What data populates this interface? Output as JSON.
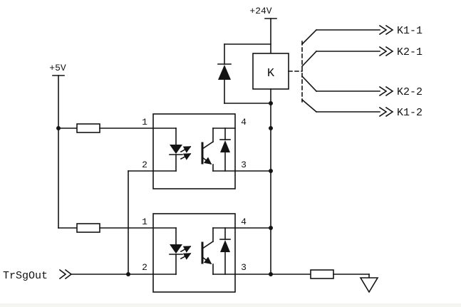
{
  "colors": {
    "background": "#ffffff",
    "line": "#141414",
    "text": "#111111"
  },
  "power": {
    "v24_label": "+24V",
    "v5_label": "+5V"
  },
  "relay": {
    "label": "K"
  },
  "input": {
    "label": "TrSgOut"
  },
  "outputs": [
    {
      "label": "K1-1"
    },
    {
      "label": "K2-1"
    },
    {
      "label": "K2-2"
    },
    {
      "label": "K1-2"
    }
  ],
  "opto_upper": {
    "pin1": "1",
    "pin2": "2",
    "pin3": "3",
    "pin4": "4"
  },
  "opto_lower": {
    "pin1": "1",
    "pin2": "2",
    "pin3": "3",
    "pin4": "4"
  }
}
